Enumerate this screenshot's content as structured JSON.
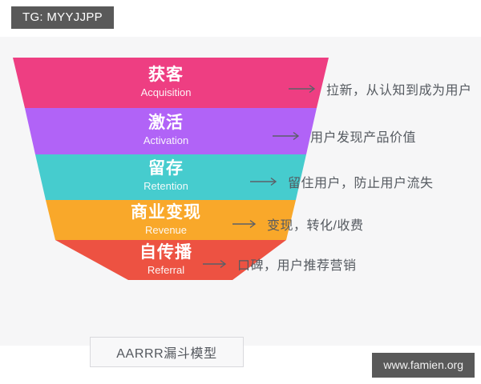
{
  "badge": {
    "label": "TG: MYYJJPP"
  },
  "watermark": {
    "label": "www.famien.org"
  },
  "caption": {
    "label": "AARRR漏斗模型"
  },
  "colors": {
    "acquisition": "#ee3e82",
    "activation": "#b163f7",
    "retention": "#46ccce",
    "revenue": "#f9a82a",
    "referral": "#ed5242",
    "canvas": "#f6f6f7",
    "badge": "#595959",
    "note_text": "#555a60"
  },
  "funnel": {
    "stages": [
      {
        "cn": "获客",
        "en": "Acquisition",
        "note": "拉新，从认知到成为用户",
        "color": "#ee3e82"
      },
      {
        "cn": "激活",
        "en": "Activation",
        "note": "用户发现产品价值",
        "color": "#b163f7"
      },
      {
        "cn": "留存",
        "en": "Retention",
        "note": "留住用户，防止用户流失",
        "color": "#46ccce"
      },
      {
        "cn": "商业变现",
        "en": "Revenue",
        "note": "变现，转化/收费",
        "color": "#f9a82a"
      },
      {
        "cn": "自传播",
        "en": "Referral",
        "note": "口碑，用户推荐营销",
        "color": "#ed5242"
      }
    ]
  }
}
